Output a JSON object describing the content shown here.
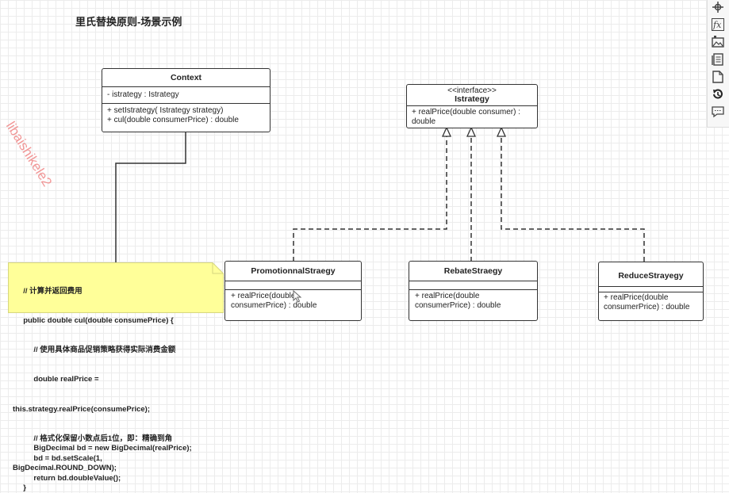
{
  "title": "里氏替换原则-场景示例",
  "watermark": "libaishikele2",
  "classes": {
    "context": {
      "name": "Context",
      "attributes": [
        "- istrategy : Istrategy"
      ],
      "methods": [
        "+ setIstrategy( Istrategy strategy)",
        "+ cul(double consumerPrice) : double"
      ]
    },
    "istrategy": {
      "stereotype": "<<interface>>",
      "name": "Istrategy",
      "methods": [
        "+ realPrice(double consumer) :",
        "double"
      ]
    },
    "promotional": {
      "name": "PromotionnalStraegy",
      "methods": [
        "+ realPrice(double",
        "consumerPrice) : double"
      ]
    },
    "rebate": {
      "name": "RebateStraegy",
      "methods": [
        "+ realPrice(double",
        "consumerPrice) : double"
      ]
    },
    "reduce": {
      "name": "ReduceStrayegy",
      "methods": [
        "+ realPrice(double",
        "consumerPrice) : double"
      ]
    }
  },
  "note": {
    "lines": [
      "     // 计算并返回费用",
      "     public double cul(double consumePrice) {",
      "          // 使用具体商品促销策略获得实际消费金额",
      "          double realPrice =",
      "this.strategy.realPrice(consumePrice);",
      "          // 格式化保留小数点后1位，即：精确到角",
      "          BigDecimal bd = new BigDecimal(realPrice);",
      "          bd = bd.setScale(1,",
      "BigDecimal.ROUND_DOWN);",
      "          return bd.doubleValue();",
      "     }"
    ]
  },
  "toolbar": {
    "icons": [
      "crosshair-icon",
      "function-icon",
      "image-icon",
      "pages-icon",
      "document-icon",
      "history-icon",
      "comment-icon"
    ]
  },
  "colors": {
    "note_fill": "#ffff99",
    "note_border": "#d6d680",
    "watermark": "#f08585",
    "line": "#333333"
  }
}
